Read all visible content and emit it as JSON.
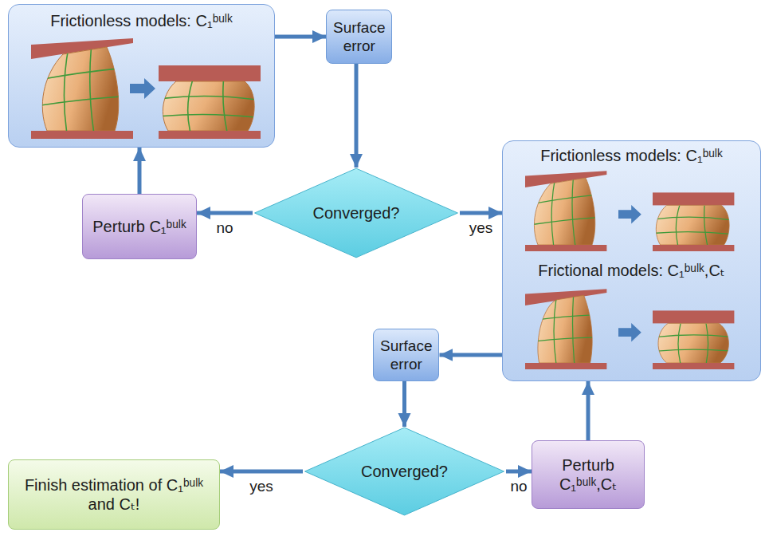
{
  "diagram": {
    "nodes": [
      {
        "text": [
          "Frictionless models: C₁ᵇᵘˡᵏ"
        ]
      },
      {
        "text": [
          "Surface error"
        ]
      },
      {
        "text": [
          "Converged?"
        ]
      },
      {
        "text": [
          "Perturb C₁ᵇᵘˡᵏ"
        ]
      },
      {
        "text": [
          "Frictionless models: C₁ᵇᵘˡᵏ",
          "Frictional models: C₁ᵇᵘˡᵏ,Cₜ"
        ]
      },
      {
        "text": [
          "Surface error"
        ]
      },
      {
        "text": [
          "Converged?"
        ]
      },
      {
        "text": [
          "Perturb C₁ᵇᵘˡᵏ,Cₜ"
        ]
      },
      {
        "text": [
          "Finish estimation of C₁ᵇᵘˡᵏ and Cₜ!"
        ]
      }
    ],
    "edges": [
      {
        "from": 0,
        "to": 1,
        "arrow": "to"
      },
      {
        "from": 1,
        "to": 2,
        "arrow": "to"
      },
      {
        "from": 2,
        "to": 3,
        "label": "no",
        "arrow": "to"
      },
      {
        "from": 3,
        "to": 0,
        "arrow": "to"
      },
      {
        "from": 2,
        "to": 4,
        "label": "yes",
        "arrow": "to"
      },
      {
        "from": 4,
        "to": 5,
        "arrow": "to"
      },
      {
        "from": 5,
        "to": 6,
        "arrow": "to"
      },
      {
        "from": 6,
        "to": 8,
        "label": "yes",
        "arrow": "to"
      },
      {
        "from": 6,
        "to": 7,
        "label": "no",
        "arrow": "to"
      },
      {
        "from": 7,
        "to": 4,
        "arrow": "to"
      }
    ]
  }
}
